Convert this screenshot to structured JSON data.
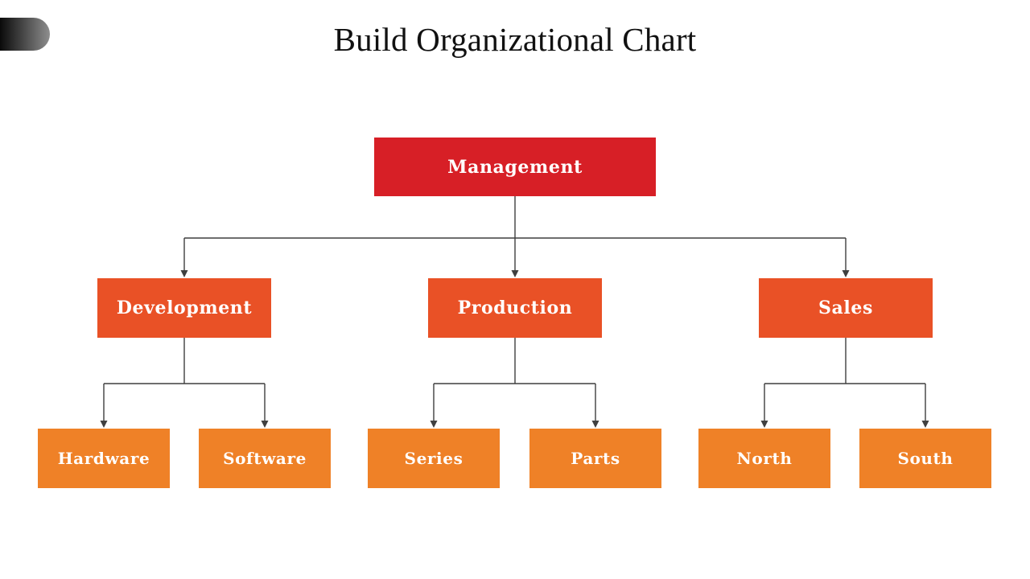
{
  "slide": {
    "title": "Build Organizational Chart"
  },
  "colors": {
    "root_fill": "#D71F26",
    "branch_fill": "#E95126",
    "leaf_fill": "#EF8127",
    "line": "#3F3F3F",
    "label_text": "#FFFFFF",
    "title_text": "#111111",
    "pill_start": "#0A0A0A",
    "pill_end": "#8E8E8E"
  },
  "org": {
    "root": {
      "label": "Management"
    },
    "branches": [
      {
        "label": "Development",
        "children": [
          {
            "label": "Hardware"
          },
          {
            "label": "Software"
          }
        ]
      },
      {
        "label": "Production",
        "children": [
          {
            "label": "Series"
          },
          {
            "label": "Parts"
          }
        ]
      },
      {
        "label": "Sales",
        "children": [
          {
            "label": "North"
          },
          {
            "label": "South"
          }
        ]
      }
    ]
  }
}
